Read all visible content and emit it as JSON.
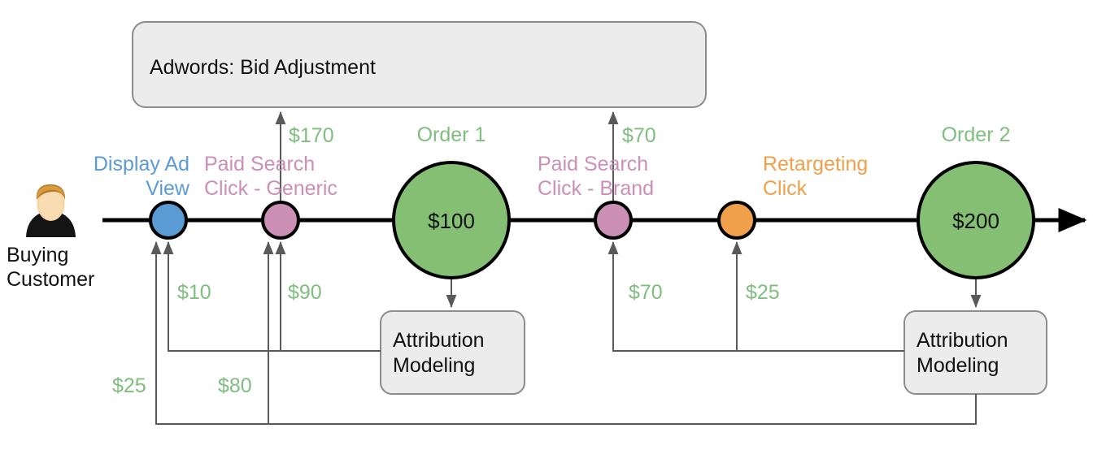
{
  "diagram": {
    "title_text": "Adwords: Bid Adjustment",
    "persona": {
      "icon": "user-avatar-icon",
      "label_line1": "Buying",
      "label_line2": "Customer"
    },
    "boxes": [
      {
        "id": "adwords",
        "label": "Adwords: Bid Adjustment"
      },
      {
        "id": "attribution-left",
        "label_line1": "Attribution",
        "label_line2": "Modeling"
      },
      {
        "id": "attribution-right",
        "label_line1": "Attribution",
        "label_line2": "Modeling"
      }
    ],
    "touchpoints": [
      {
        "id": "display-ad-view",
        "label_line1": "Display Ad",
        "label_line2": "View",
        "color": "#5b9bd5",
        "type": "touchpoint"
      },
      {
        "id": "paid-search-generic",
        "label_line1": "Paid Search",
        "label_line2": "Click - Generic",
        "color": "#cc8fb5",
        "type": "touchpoint"
      },
      {
        "id": "order-1",
        "label_line1": "Order 1",
        "label_line2": "",
        "color": "#84bf73",
        "type": "order",
        "amount": "$100"
      },
      {
        "id": "paid-search-brand",
        "label_line1": "Paid Search",
        "label_line2": "Click - Brand",
        "color": "#cc8fb5",
        "type": "touchpoint"
      },
      {
        "id": "retargeting-click",
        "label_line1": "Retargeting",
        "label_line2": "Click",
        "color": "#f0a04b",
        "type": "touchpoint"
      },
      {
        "id": "order-2",
        "label_line1": "Order 2",
        "label_line2": "",
        "color": "#84bf73",
        "type": "order",
        "amount": "$200"
      }
    ],
    "flow_amounts": {
      "adwords_from_generic": "$170",
      "adwords_from_brand": "$70",
      "order1_to_display_ad": "$10",
      "order1_to_generic": "$90",
      "order2_to_display_ad": "$25",
      "order2_to_generic": "$80",
      "order2_to_brand": "$70",
      "order2_to_retargeting": "$25"
    },
    "colors": {
      "display_ad": "#5b9bd5",
      "paid_search": "#cc8fb5",
      "retargeting": "#f0a04b",
      "order": "#84bf73",
      "money": "#7fbe7f",
      "box_fill": "#ececec",
      "box_stroke": "#8c8c8c",
      "connector": "#595959",
      "timeline": "#000000"
    }
  }
}
